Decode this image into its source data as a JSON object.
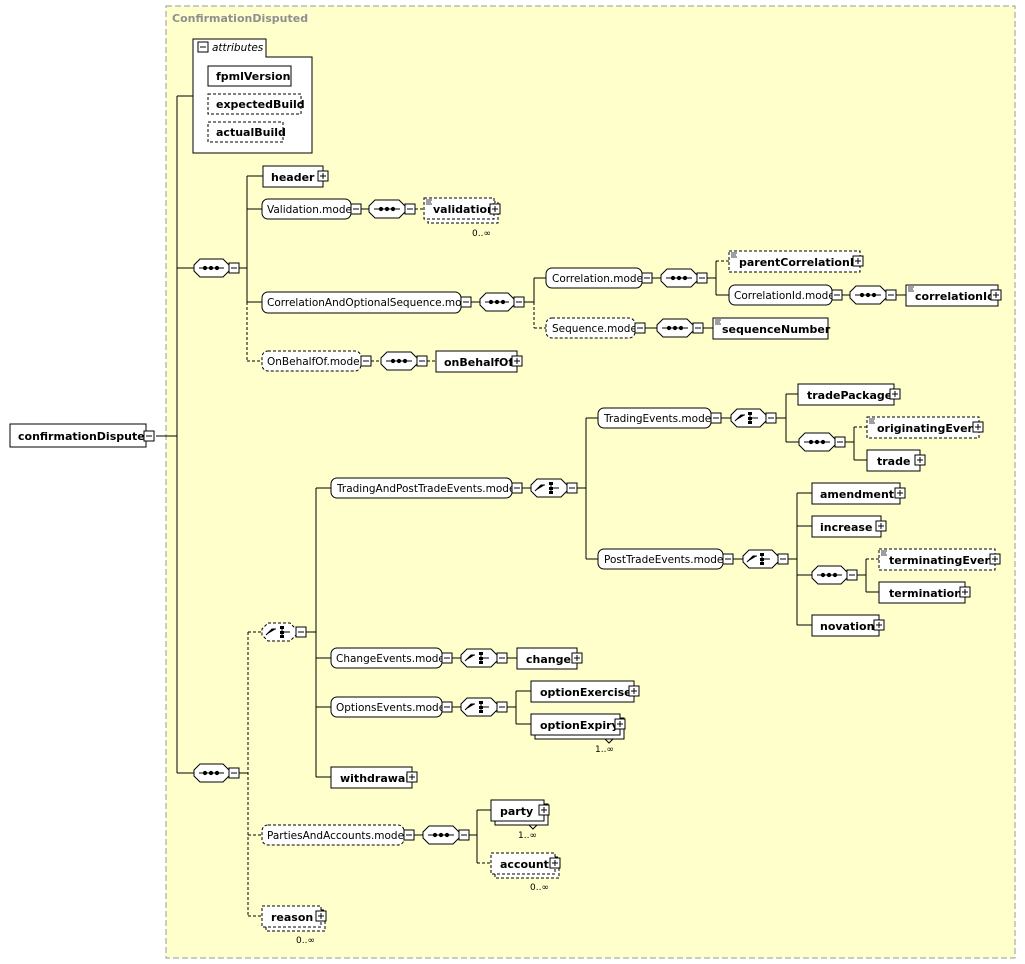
{
  "root": {
    "label": "confirmationDisputed"
  },
  "group": {
    "title": "ConfirmationDisputed",
    "attributes_label": "attributes",
    "attributes": [
      "fpmlVersion",
      "expectedBuild",
      "actualBuild"
    ]
  },
  "elements": {
    "header": "header",
    "validation_model": "Validation.model",
    "validation": "validation",
    "correlation_optional_seq": "CorrelationAndOptionalSequence.mo...",
    "correlation_model": "Correlation.model",
    "parent_correlation_id": "parentCorrelationId",
    "correlation_id_model": "CorrelationId.model",
    "correlation_id": "correlationId",
    "sequence_model": "Sequence.model",
    "sequence_number": "sequenceNumber",
    "on_behalf_of_model": "OnBehalfOf.model",
    "on_behalf_of": "onBehalfOf",
    "trading_post_trade_model": "TradingAndPostTradeEvents.model",
    "trading_events_model": "TradingEvents.model",
    "trade_package": "tradePackage",
    "originating_event": "originatingEvent",
    "trade": "trade",
    "post_trade_events_model": "PostTradeEvents.model",
    "amendment": "amendment",
    "increase": "increase",
    "terminating_event": "terminatingEvent",
    "termination": "termination",
    "novation": "novation",
    "change_events_model": "ChangeEvents.model",
    "change": "change",
    "options_events_model": "OptionsEvents.model",
    "option_exercise": "optionExercise",
    "option_expiry": "optionExpiry",
    "withdrawal": "withdrawal",
    "parties_accounts_model": "PartiesAndAccounts.model",
    "party": "party",
    "account": "account",
    "reason": "reason"
  },
  "occurrences": {
    "validation": "0..∞",
    "option_expiry": "1..∞",
    "party": "1..∞",
    "account": "0..∞",
    "reason": "0..∞"
  },
  "colors": {
    "group_fill": "#ffffcc",
    "group_border": "#9a9a9a",
    "line": "#000000",
    "node_fill": "#ffffff"
  }
}
